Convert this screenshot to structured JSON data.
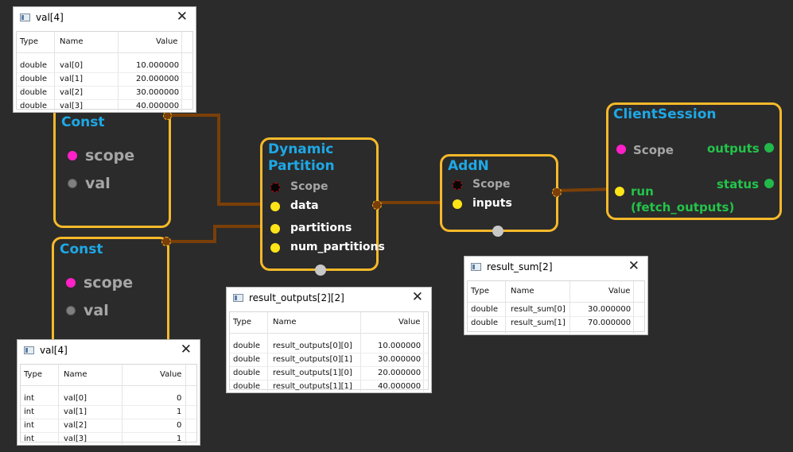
{
  "nodes": {
    "const1": {
      "title": "Const",
      "ports": {
        "scope": "scope",
        "val": "val"
      }
    },
    "const2": {
      "title": "Const",
      "ports": {
        "scope": "scope",
        "val": "val"
      }
    },
    "dynpart": {
      "title_line1": "Dynamic",
      "title_line2": "Partition",
      "ports": {
        "scope": "Scope",
        "data": "data",
        "partitions": "partitions",
        "num_partitions": "num_partitions"
      }
    },
    "addn": {
      "title": "AddN",
      "ports": {
        "scope": "Scope",
        "inputs": "inputs"
      }
    },
    "client": {
      "title": "ClientSession",
      "ports": {
        "scope": "Scope",
        "outputs": "outputs",
        "status": "status",
        "run_line1": "run",
        "run_line2": "(fetch_outputs)"
      }
    }
  },
  "windows": {
    "val_double": {
      "title": "val[4]",
      "headers": {
        "type": "Type",
        "name": "Name",
        "value": "Value"
      },
      "rows": [
        {
          "type": "double",
          "name": "val[0]",
          "value": "10.000000"
        },
        {
          "type": "double",
          "name": "val[1]",
          "value": "20.000000"
        },
        {
          "type": "double",
          "name": "val[2]",
          "value": "30.000000"
        },
        {
          "type": "double",
          "name": "val[3]",
          "value": "40.000000"
        }
      ]
    },
    "val_int": {
      "title": "val[4]",
      "headers": {
        "type": "Type",
        "name": "Name",
        "value": "Value"
      },
      "rows": [
        {
          "type": "int",
          "name": "val[0]",
          "value": "0"
        },
        {
          "type": "int",
          "name": "val[1]",
          "value": "1"
        },
        {
          "type": "int",
          "name": "val[2]",
          "value": "0"
        },
        {
          "type": "int",
          "name": "val[3]",
          "value": "1"
        }
      ]
    },
    "result_outputs": {
      "title": "result_outputs[2][2]",
      "headers": {
        "type": "Type",
        "name": "Name",
        "value": "Value"
      },
      "rows": [
        {
          "type": "double",
          "name": "result_outputs[0][0]",
          "value": "10.000000"
        },
        {
          "type": "double",
          "name": "result_outputs[0][1]",
          "value": "30.000000"
        },
        {
          "type": "double",
          "name": "result_outputs[1][0]",
          "value": "20.000000"
        },
        {
          "type": "double",
          "name": "result_outputs[1][1]",
          "value": "40.000000"
        }
      ]
    },
    "result_sum": {
      "title": "result_sum[2]",
      "headers": {
        "type": "Type",
        "name": "Name",
        "value": "Value"
      },
      "rows": [
        {
          "type": "double",
          "name": "result_sum[0]",
          "value": "30.000000"
        },
        {
          "type": "double",
          "name": "result_sum[1]",
          "value": "70.000000"
        }
      ]
    }
  },
  "close_glyph": "✕",
  "colors": {
    "background": "#2b2b2b",
    "node_border": "#f6b92a",
    "title": "#1ea8e6",
    "link": "#8a4a0c",
    "output_green": "#23c44a"
  }
}
